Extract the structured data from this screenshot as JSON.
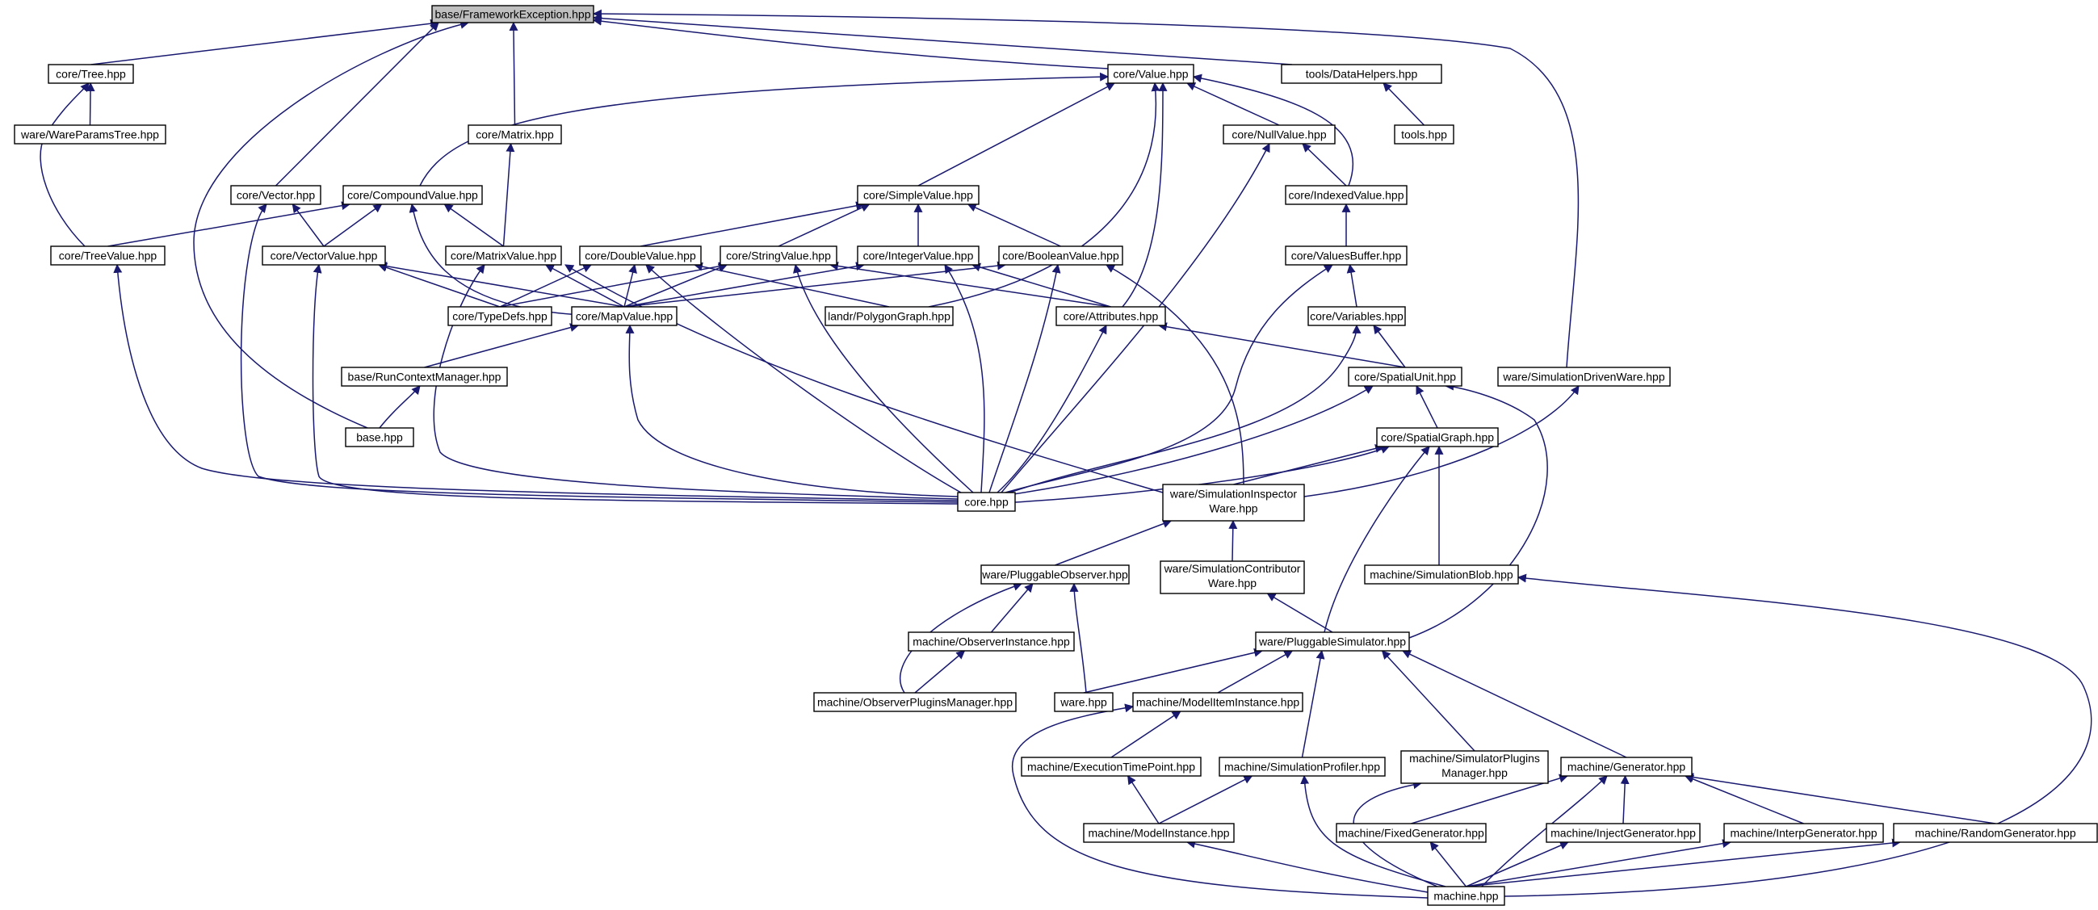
{
  "diagram": {
    "nodes": [
      {
        "id": "frameworkexception",
        "label": "base/FrameworkException.hpp",
        "root": true
      },
      {
        "id": "tree",
        "label": "core/Tree.hpp"
      },
      {
        "id": "wareparamstree",
        "label": "ware/WareParamsTree.hpp"
      },
      {
        "id": "value",
        "label": "core/Value.hpp"
      },
      {
        "id": "datahelpers",
        "label": "tools/DataHelpers.hpp"
      },
      {
        "id": "tools",
        "label": "tools.hpp"
      },
      {
        "id": "matrix",
        "label": "core/Matrix.hpp"
      },
      {
        "id": "nullvalue",
        "label": "core/NullValue.hpp"
      },
      {
        "id": "vector",
        "label": "core/Vector.hpp"
      },
      {
        "id": "compoundvalue",
        "label": "core/CompoundValue.hpp"
      },
      {
        "id": "simplevalue",
        "label": "core/SimpleValue.hpp"
      },
      {
        "id": "indexedvalue",
        "label": "core/IndexedValue.hpp"
      },
      {
        "id": "treevalue",
        "label": "core/TreeValue.hpp"
      },
      {
        "id": "vectorvalue",
        "label": "core/VectorValue.hpp"
      },
      {
        "id": "matrixvalue",
        "label": "core/MatrixValue.hpp"
      },
      {
        "id": "doublevalue",
        "label": "core/DoubleValue.hpp"
      },
      {
        "id": "stringvalue",
        "label": "core/StringValue.hpp"
      },
      {
        "id": "integervalue",
        "label": "core/IntegerValue.hpp"
      },
      {
        "id": "booleanvalue",
        "label": "core/BooleanValue.hpp"
      },
      {
        "id": "valuesbuffer",
        "label": "core/ValuesBuffer.hpp"
      },
      {
        "id": "typedefs",
        "label": "core/TypeDefs.hpp"
      },
      {
        "id": "mapvalue",
        "label": "core/MapValue.hpp"
      },
      {
        "id": "polygongraph",
        "label": "landr/PolygonGraph.hpp"
      },
      {
        "id": "attributes",
        "label": "core/Attributes.hpp"
      },
      {
        "id": "variables",
        "label": "core/Variables.hpp"
      },
      {
        "id": "runcontextmanager",
        "label": "base/RunContextManager.hpp"
      },
      {
        "id": "spatialunit",
        "label": "core/SpatialUnit.hpp"
      },
      {
        "id": "simulationdrivenware",
        "label": "ware/SimulationDrivenWare.hpp"
      },
      {
        "id": "base",
        "label": "base.hpp"
      },
      {
        "id": "spatialgraph",
        "label": "core/SpatialGraph.hpp"
      },
      {
        "id": "core",
        "label": "core.hpp"
      },
      {
        "id": "inspectorware",
        "label": "ware/SimulationInspector",
        "label2": "Ware.hpp"
      },
      {
        "id": "contributorware",
        "label": "ware/SimulationContributor",
        "label2": "Ware.hpp"
      },
      {
        "id": "pluggableobserver",
        "label": "ware/PluggableObserver.hpp"
      },
      {
        "id": "simulationblob",
        "label": "machine/SimulationBlob.hpp"
      },
      {
        "id": "observerinstance",
        "label": "machine/ObserverInstance.hpp"
      },
      {
        "id": "pluggablesimulator",
        "label": "ware/PluggableSimulator.hpp"
      },
      {
        "id": "observerpluginsmanager",
        "label": "machine/ObserverPluginsManager.hpp"
      },
      {
        "id": "ware",
        "label": "ware.hpp"
      },
      {
        "id": "modeliteminstance",
        "label": "machine/ModelItemInstance.hpp"
      },
      {
        "id": "executiontimepoint",
        "label": "machine/ExecutionTimePoint.hpp"
      },
      {
        "id": "simulationprofiler",
        "label": "machine/SimulationProfiler.hpp"
      },
      {
        "id": "simulatorpluginsmanager",
        "label": "machine/SimulatorPlugins",
        "label2": "Manager.hpp"
      },
      {
        "id": "generator",
        "label": "machine/Generator.hpp"
      },
      {
        "id": "modelinstance",
        "label": "machine/ModelInstance.hpp"
      },
      {
        "id": "fixedgenerator",
        "label": "machine/FixedGenerator.hpp"
      },
      {
        "id": "injectgenerator",
        "label": "machine/InjectGenerator.hpp"
      },
      {
        "id": "interpgenerator",
        "label": "machine/InterpGenerator.hpp"
      },
      {
        "id": "randomgenerator",
        "label": "machine/RandomGenerator.hpp"
      },
      {
        "id": "machine",
        "label": "machine.hpp"
      }
    ],
    "edges": [
      [
        "tree",
        "frameworkexception"
      ],
      [
        "value",
        "frameworkexception"
      ],
      [
        "datahelpers",
        "frameworkexception"
      ],
      [
        "matrix",
        "frameworkexception"
      ],
      [
        "vector",
        "frameworkexception"
      ],
      [
        "base",
        "frameworkexception"
      ],
      [
        "simulationdrivenware",
        "frameworkexception"
      ],
      [
        "wareparamstree",
        "tree"
      ],
      [
        "treevalue",
        "tree"
      ],
      [
        "tools",
        "datahelpers"
      ],
      [
        "compoundvalue",
        "value"
      ],
      [
        "nullvalue",
        "value"
      ],
      [
        "indexedvalue",
        "value"
      ],
      [
        "simplevalue",
        "value"
      ],
      [
        "attributes",
        "value"
      ],
      [
        "polygongraph",
        "value"
      ],
      [
        "matrixvalue",
        "matrix"
      ],
      [
        "indexedvalue",
        "nullvalue"
      ],
      [
        "core",
        "nullvalue"
      ],
      [
        "vectorvalue",
        "vector"
      ],
      [
        "core",
        "vector"
      ],
      [
        "treevalue",
        "compoundvalue"
      ],
      [
        "vectorvalue",
        "compoundvalue"
      ],
      [
        "matrixvalue",
        "compoundvalue"
      ],
      [
        "mapvalue",
        "compoundvalue"
      ],
      [
        "doublevalue",
        "simplevalue"
      ],
      [
        "stringvalue",
        "simplevalue"
      ],
      [
        "integervalue",
        "simplevalue"
      ],
      [
        "booleanvalue",
        "simplevalue"
      ],
      [
        "valuesbuffer",
        "indexedvalue"
      ],
      [
        "core",
        "treevalue"
      ],
      [
        "mapvalue",
        "vectorvalue"
      ],
      [
        "typedefs",
        "vectorvalue"
      ],
      [
        "core",
        "vectorvalue"
      ],
      [
        "mapvalue",
        "matrixvalue"
      ],
      [
        "core",
        "matrixvalue"
      ],
      [
        "inspectorware",
        "matrixvalue"
      ],
      [
        "typedefs",
        "doublevalue"
      ],
      [
        "mapvalue",
        "doublevalue"
      ],
      [
        "polygongraph",
        "doublevalue"
      ],
      [
        "core",
        "doublevalue"
      ],
      [
        "typedefs",
        "stringvalue"
      ],
      [
        "mapvalue",
        "stringvalue"
      ],
      [
        "attributes",
        "stringvalue"
      ],
      [
        "core",
        "stringvalue"
      ],
      [
        "mapvalue",
        "integervalue"
      ],
      [
        "attributes",
        "integervalue"
      ],
      [
        "core",
        "integervalue"
      ],
      [
        "mapvalue",
        "booleanvalue"
      ],
      [
        "core",
        "booleanvalue"
      ],
      [
        "inspectorware",
        "booleanvalue"
      ],
      [
        "variables",
        "valuesbuffer"
      ],
      [
        "core",
        "valuesbuffer"
      ],
      [
        "runcontextmanager",
        "mapvalue"
      ],
      [
        "core",
        "mapvalue"
      ],
      [
        "spatialunit",
        "attributes"
      ],
      [
        "core",
        "attributes"
      ],
      [
        "spatialunit",
        "variables"
      ],
      [
        "core",
        "variables"
      ],
      [
        "base",
        "runcontextmanager"
      ],
      [
        "spatialgraph",
        "spatialunit"
      ],
      [
        "core",
        "spatialunit"
      ],
      [
        "pluggablesimulator",
        "spatialunit"
      ],
      [
        "inspectorware",
        "simulationdrivenware"
      ],
      [
        "core",
        "spatialgraph"
      ],
      [
        "inspectorware",
        "spatialgraph"
      ],
      [
        "simulationblob",
        "spatialgraph"
      ],
      [
        "pluggablesimulator",
        "spatialgraph"
      ],
      [
        "pluggableobserver",
        "inspectorware"
      ],
      [
        "contributorware",
        "inspectorware"
      ],
      [
        "pluggablesimulator",
        "contributorware"
      ],
      [
        "observerinstance",
        "pluggableobserver"
      ],
      [
        "observerpluginsmanager",
        "pluggableobserver"
      ],
      [
        "ware",
        "pluggableobserver"
      ],
      [
        "machine",
        "simulationblob"
      ],
      [
        "observerpluginsmanager",
        "observerinstance"
      ],
      [
        "ware",
        "pluggablesimulator"
      ],
      [
        "modeliteminstance",
        "pluggablesimulator"
      ],
      [
        "simulationprofiler",
        "pluggablesimulator"
      ],
      [
        "simulatorpluginsmanager",
        "pluggablesimulator"
      ],
      [
        "generator",
        "pluggablesimulator"
      ],
      [
        "executiontimepoint",
        "modeliteminstance"
      ],
      [
        "machine",
        "modeliteminstance"
      ],
      [
        "modelinstance",
        "executiontimepoint"
      ],
      [
        "modelinstance",
        "simulationprofiler"
      ],
      [
        "machine",
        "simulationprofiler"
      ],
      [
        "machine",
        "simulatorpluginsmanager"
      ],
      [
        "fixedgenerator",
        "generator"
      ],
      [
        "injectgenerator",
        "generator"
      ],
      [
        "interpgenerator",
        "generator"
      ],
      [
        "randomgenerator",
        "generator"
      ],
      [
        "machine",
        "generator"
      ],
      [
        "machine",
        "modelinstance"
      ],
      [
        "machine",
        "fixedgenerator"
      ],
      [
        "machine",
        "injectgenerator"
      ],
      [
        "machine",
        "interpgenerator"
      ],
      [
        "machine",
        "randomgenerator"
      ]
    ]
  }
}
